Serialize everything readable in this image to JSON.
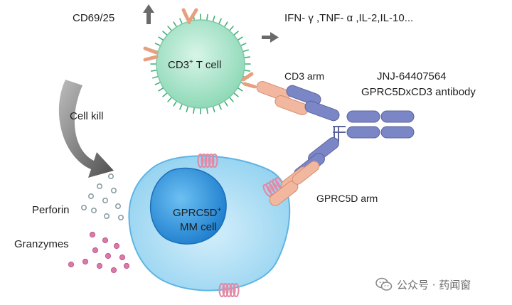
{
  "tcell": {
    "label": "CD3",
    "label_sup": "+",
    "label_rest": " T cell",
    "body_color": "#9fe0c2"
  },
  "mmcell": {
    "label_line1": "GPRC5D",
    "label_sup": "+",
    "label_line2": "MM cell",
    "cytoplasm_color": "#9ed9f3",
    "nucleus_color": "#1e8ad6"
  },
  "labels": {
    "cd69": "CD69/25",
    "cytokines": "IFN- γ ,TNF- α ,IL-2,IL-10...",
    "cd3_arm": "CD3 arm",
    "antibody_line1": "JNJ-64407564",
    "antibody_line2": "GPRC5DxCD3 antibody",
    "cell_kill": "Cell kill",
    "perforin": "Perforin",
    "granzymes": "Granzymes",
    "gprc5d_arm": "GPRC5D arm"
  },
  "colors": {
    "heavy_chain": "#7b86c7",
    "light_chain": "#f2b89f",
    "receptor": "#e28aa6",
    "arrow": "#6a6a6a",
    "perforin_dot": "#8a9ea4",
    "granzyme_dot": "#d97aa8"
  },
  "watermark": {
    "text": "公众号 · 药闻窗",
    "icon": "wechat-icon"
  }
}
